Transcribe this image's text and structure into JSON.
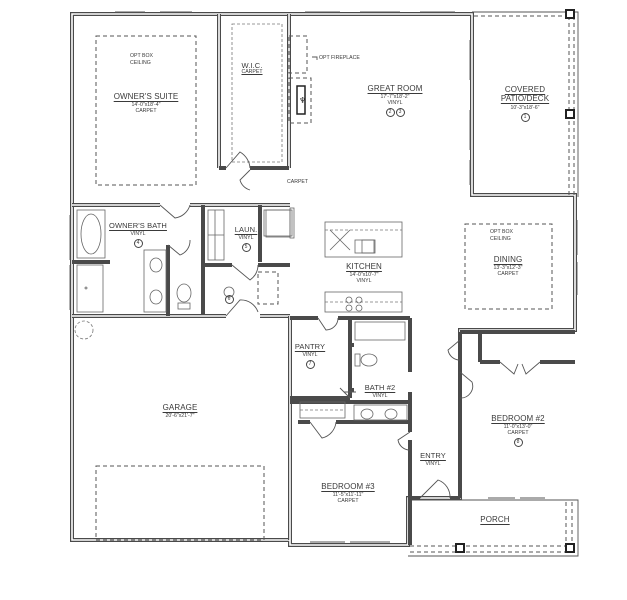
{
  "plan": {
    "rooms": [
      {
        "id": "owners-suite",
        "name": "OWNER'S SUITE",
        "dims": "14'-0\"x18'-4\"",
        "floor": "CARPET",
        "badges": []
      },
      {
        "id": "wic",
        "name": "W.I.C.",
        "dims": "",
        "floor": "CARPET",
        "badges": []
      },
      {
        "id": "great-room",
        "name": "GREAT ROOM",
        "dims": "17'-7\"x18'-2\"",
        "floor": "VINYL",
        "badges": [
          "2",
          "3"
        ]
      },
      {
        "id": "covered-patio",
        "name": "COVERED PATIO/DECK",
        "name_line1": "COVERED",
        "name_line2": "PATIO/DECK",
        "dims": "10'-3\"x18'-6\"",
        "floor": "",
        "badges": [
          "1"
        ]
      },
      {
        "id": "owners-bath",
        "name": "OWNER'S BATH",
        "dims": "",
        "floor": "VINYL",
        "badges": [
          "4"
        ]
      },
      {
        "id": "laundry",
        "name": "LAUN.",
        "dims": "",
        "floor": "VINYL",
        "badges": [
          "5"
        ]
      },
      {
        "id": "kitchen",
        "name": "KITCHEN",
        "dims": "14'-0\"x10'-7\"",
        "floor": "VINYL",
        "badges": []
      },
      {
        "id": "dining",
        "name": "DINING",
        "dims": "13'-3\"x12'-3\"",
        "floor": "CARPET",
        "badges": []
      },
      {
        "id": "pantry",
        "name": "PANTRY",
        "dims": "",
        "floor": "VINYL",
        "badges": [
          "7"
        ]
      },
      {
        "id": "bath-2",
        "name": "BATH #2",
        "dims": "",
        "floor": "VINYL",
        "badges": []
      },
      {
        "id": "garage",
        "name": "GARAGE",
        "dims": "20'-6\"x21'-7\"",
        "floor": "",
        "badges": []
      },
      {
        "id": "bedroom-2",
        "name": "BEDROOM #2",
        "dims": "11'-0\"x13'-0\"",
        "floor": "CARPET",
        "badges": [
          "8"
        ]
      },
      {
        "id": "bedroom-3",
        "name": "BEDROOM #3",
        "dims": "11'-5\"x11'-11\"",
        "floor": "CARPET",
        "badges": []
      },
      {
        "id": "entry",
        "name": "ENTRY",
        "dims": "",
        "floor": "VINYL",
        "badges": []
      },
      {
        "id": "porch",
        "name": "PORCH",
        "dims": "",
        "floor": "",
        "badges": []
      }
    ],
    "notes": {
      "owners_box_ceiling": [
        "OPT BOX",
        "CEILING"
      ],
      "dining_box_ceiling": [
        "OPT BOX",
        "CEILING"
      ],
      "fireplace": "OPT FIREPLACE",
      "hall_floor": "CARPET",
      "mudroom_badge": "6"
    },
    "colors": {
      "wall": "#4a4a4a",
      "wall_fill": "#ffffff",
      "dash": "#555555",
      "background": "#ffffff"
    }
  }
}
